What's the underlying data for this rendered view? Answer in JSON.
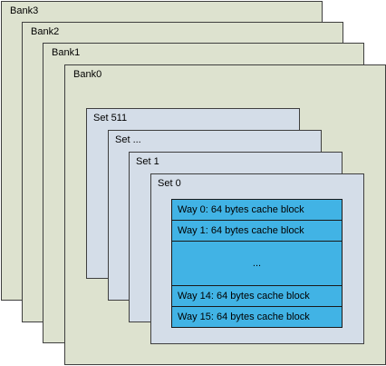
{
  "banks": [
    {
      "label": "Bank3"
    },
    {
      "label": "Bank2"
    },
    {
      "label": "Bank1"
    },
    {
      "label": "Bank0"
    }
  ],
  "sets": [
    {
      "label": "Set 511"
    },
    {
      "label": "Set ..."
    },
    {
      "label": "Set 1"
    },
    {
      "label": "Set 0"
    }
  ],
  "ways": {
    "way0": "Way 0: 64 bytes cache block",
    "way1": "Way 1: 64 bytes cache block",
    "ellipsis": "...",
    "way14": "Way 14: 64 bytes cache block",
    "way15": "Way 15: 64 bytes cache block"
  },
  "colors": {
    "bank_fill": "#dde2cf",
    "set_fill": "#d4dde8",
    "way_fill": "#41b3e5",
    "border": "#3f3f3f"
  }
}
